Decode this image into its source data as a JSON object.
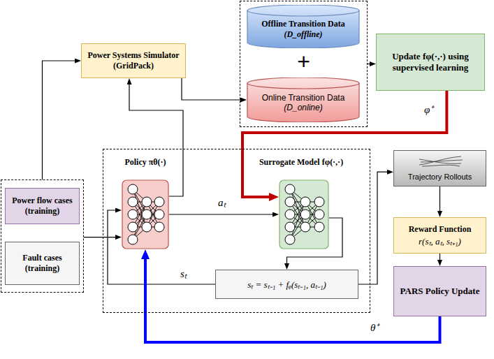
{
  "diagram": {
    "nodes": [
      {
        "text": [
          "Power Systems Simulator (GridPack)"
        ]
      },
      {
        "text": [
          "+"
        ]
      },
      {
        "text": [
          "Offline Transition Data",
          "(D_offline)"
        ],
        "in": 1
      },
      {
        "text": [
          "Online Transition Data",
          "(D_online)"
        ],
        "in": 1
      },
      {
        "text": [
          "Update fφ(·,·) using supervised learning"
        ]
      },
      {
        "text": []
      },
      {
        "text": [
          "Power flow cases (training)"
        ],
        "in": 5
      },
      {
        "text": [
          "Fault cases (training)"
        ],
        "in": 5
      },
      {
        "text": []
      },
      {
        "text": [
          "Policy πθ(·)"
        ],
        "in": 8
      },
      {
        "text": [
          "Surrogate Model fφ(·,·)"
        ],
        "in": 8
      },
      {
        "text": [
          "sₜ = sₜ₋₁ + fᵩ(sₜ₋₁, aₜ₋₁)"
        ],
        "in": 8
      },
      {
        "text": [
          "Trajectory Rollouts"
        ]
      },
      {
        "text": [
          "Reward Function",
          "r(sₜ, aₜ, sₜ₊₁)"
        ]
      },
      {
        "text": [
          "PARS Policy Update"
        ]
      }
    ],
    "edges": [
      {
        "from": 5,
        "to": 0,
        "arrow": "to"
      },
      {
        "from": 5,
        "to": 9,
        "arrow": "to"
      },
      {
        "from": 9,
        "to": 0,
        "arrow": "to"
      },
      {
        "from": 0,
        "to": 3,
        "arrow": "to"
      },
      {
        "from": 1,
        "to": 4,
        "arrow": "to"
      },
      {
        "from": 4,
        "to": 10,
        "label": "φ⁺",
        "arrow": "to"
      },
      {
        "from": 9,
        "to": 10,
        "label": "aₜ",
        "arrow": "to"
      },
      {
        "from": 10,
        "to": 11,
        "arrow": "to"
      },
      {
        "from": 11,
        "to": 9,
        "label": "sₜ",
        "arrow": "to"
      },
      {
        "from": 11,
        "to": 12,
        "arrow": "to"
      },
      {
        "from": 12,
        "to": 13,
        "arrow": "to"
      },
      {
        "from": 13,
        "to": 14,
        "arrow": "to"
      },
      {
        "from": 14,
        "to": 9,
        "label": "θ⁺",
        "arrow": "to"
      }
    ]
  }
}
